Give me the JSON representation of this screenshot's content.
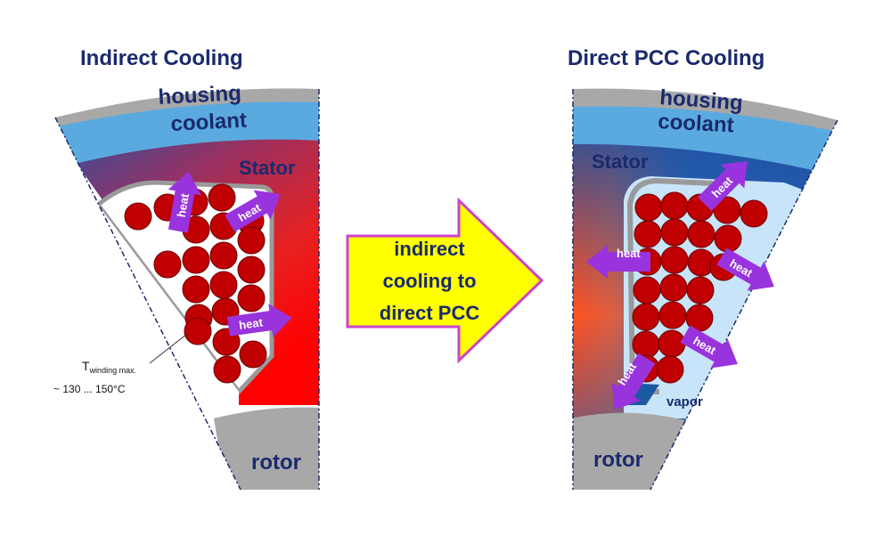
{
  "left_panel": {
    "title": "Indirect Cooling",
    "housing": "housing",
    "coolant": "coolant",
    "stator": "Stator",
    "rotor": "rotor",
    "heat_labels": [
      "heat",
      "heat",
      "heat"
    ],
    "temp_label_main": "T",
    "temp_label_sub": "winding max.",
    "temp_range": "~ 130 ... 150°C"
  },
  "center_arrow": {
    "line1": "indirect",
    "line2": "cooling to",
    "line3": "direct PCC",
    "fill_color": "#ffff00",
    "border_color": "#cc44cc"
  },
  "right_panel": {
    "title": "Direct PCC Cooling",
    "housing": "housing",
    "coolant": "coolant",
    "stator": "Stator",
    "rotor": "rotor",
    "vapor": "vapor",
    "heat_labels": [
      "heat",
      "heat",
      "heat",
      "heat",
      "heat"
    ]
  },
  "colors": {
    "title": "#1a2a6c",
    "housing": "#a8a8a8",
    "coolant": "#5aaae0",
    "conductor": "#c00000",
    "heat_arrow": "#9933dd"
  }
}
